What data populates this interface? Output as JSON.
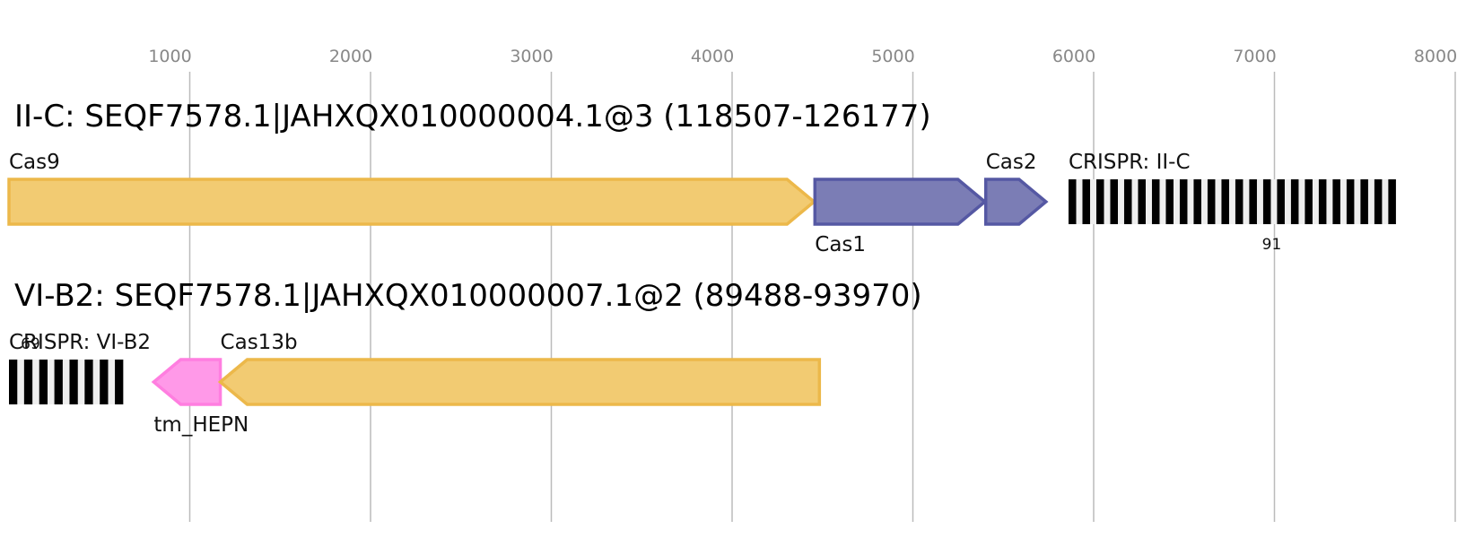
{
  "axis": {
    "ticks": [
      1000,
      2000,
      3000,
      4000,
      5000,
      6000,
      7000,
      8000
    ],
    "range": [
      0,
      8000
    ]
  },
  "colors": {
    "cas9_fill": "#f2cb72",
    "cas9_stroke": "#ecb84a",
    "cas1_fill": "#7b7db5",
    "cas1_stroke": "#5558a3",
    "hepn_fill": "#ff99e8",
    "hepn_stroke": "#ff7ee0",
    "grid": "#bbbbbb",
    "repeat": "#000000",
    "spacer": "#eeeeee"
  },
  "loci": [
    {
      "title": "II-C: SEQF7578.1|JAHXQX010000004.1@3 (118507-126177)",
      "features": [
        {
          "type": "gene",
          "name": "Cas9",
          "start": 0,
          "end": 4453,
          "strand": "+",
          "color": "cas9",
          "label_pos": "above"
        },
        {
          "type": "gene",
          "name": "Cas1",
          "start": 4458,
          "end": 5398,
          "strand": "+",
          "color": "cas1",
          "label_pos": "below"
        },
        {
          "type": "gene",
          "name": "Cas2",
          "start": 5403,
          "end": 5736,
          "strand": "+",
          "color": "cas1",
          "label_pos": "above"
        },
        {
          "type": "crispr",
          "name": "CRISPR: II-C",
          "start": 5861,
          "end": 7672,
          "repeats": 24,
          "count_label": "91",
          "label_pos": "above"
        }
      ]
    },
    {
      "title": "VI-B2: SEQF7578.1|JAHXQX010000007.1@2 (89488-93970)",
      "features": [
        {
          "type": "crispr",
          "name": "CRISPR: VI-B2",
          "start": 0,
          "end": 632,
          "repeats": 8,
          "count_label": "69",
          "label_pos": "above"
        },
        {
          "type": "gene",
          "name": "tm_HEPN",
          "start": 801,
          "end": 1169,
          "strand": "-",
          "color": "hepn",
          "label_pos": "below"
        },
        {
          "type": "gene",
          "name": "Cas13b",
          "start": 1169,
          "end": 4483,
          "strand": "-",
          "color": "cas9",
          "label_pos": "above"
        }
      ]
    }
  ]
}
